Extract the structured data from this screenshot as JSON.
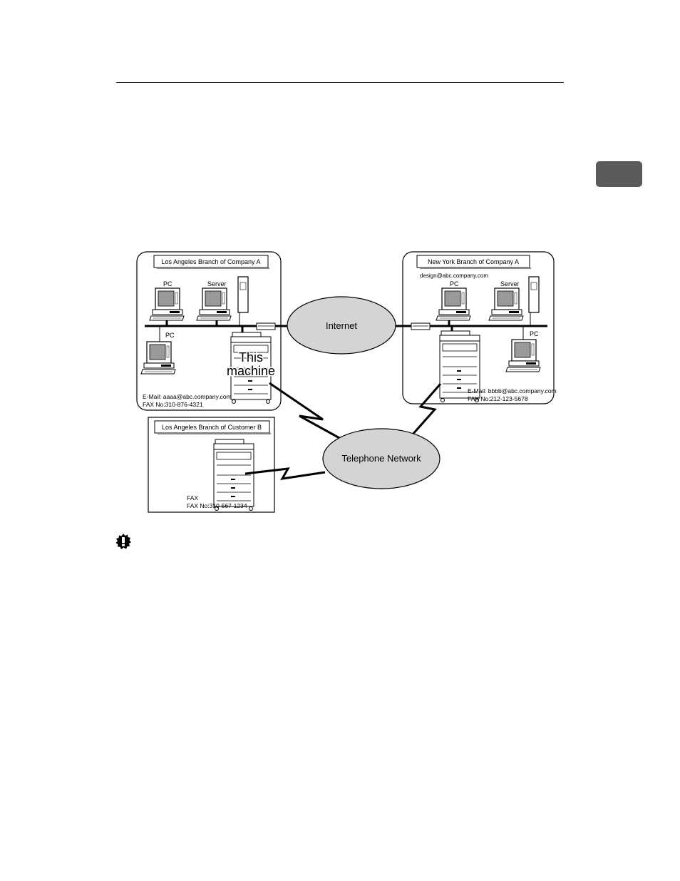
{
  "la_branch": {
    "title": "Los Angeles Branch of Company A",
    "pc1": "PC",
    "server": "Server",
    "pc2": "PC",
    "this_machine_line1": "This",
    "this_machine_line2": "machine",
    "email": "E-Mail:  aaaa@abc.company.com",
    "fax": "FAX No:310-876-4321"
  },
  "ny_branch": {
    "title": "New York Branch of Company A",
    "design_email": "design@abc.company.com",
    "pc1": "PC",
    "server": "Server",
    "pc2": "PC",
    "email": "E-Mail:  bbbb@abc.company.com",
    "fax": "FAX No:212-123-5678"
  },
  "customer_branch": {
    "title": "Los Angeles Branch of Customer B",
    "fax_label": "FAX",
    "fax": "FAX No:310-567-1234"
  },
  "clouds": {
    "internet": "Internet",
    "telephone": "Telephone Network"
  },
  "colors": {
    "cloud_fill": "#d4d4d4",
    "chapter_tab": "#5a5a5a"
  },
  "icons": {
    "important": "important-icon"
  }
}
